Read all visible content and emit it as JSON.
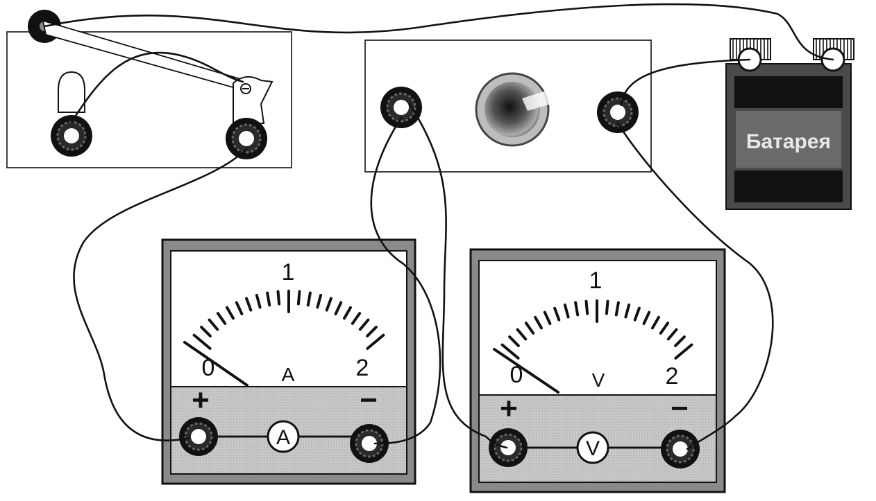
{
  "battery": {
    "label": "Батарея"
  },
  "ammeter": {
    "scale_labels": [
      "0",
      "1",
      "2"
    ],
    "unit_letter": "A",
    "badge_letter": "A",
    "plus_sign": "+",
    "minus_sign": "−",
    "needle_reading": 0.1
  },
  "voltmeter": {
    "scale_labels": [
      "0",
      "1",
      "2"
    ],
    "unit_letter": "V",
    "badge_letter": "V",
    "plus_sign": "+",
    "minus_sign": "−",
    "needle_reading": 0.1
  },
  "colors": {
    "ink": "#111111",
    "meter_frame": "#8a8a8a",
    "meter_face": "#ffffff",
    "meter_lower": "#c8c8c8",
    "battery_body": "#4a4a4a"
  }
}
